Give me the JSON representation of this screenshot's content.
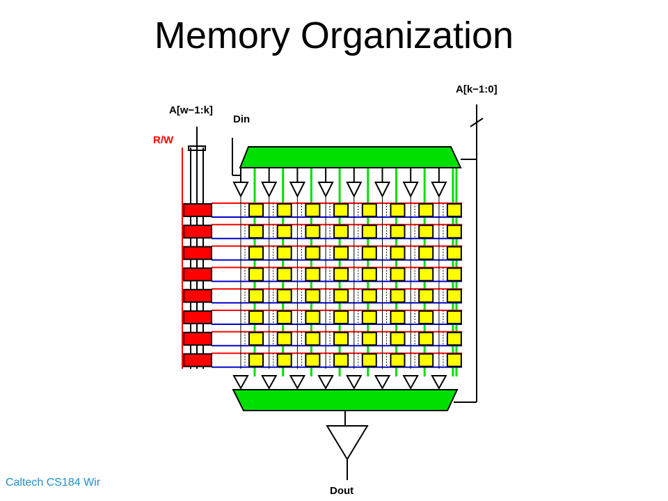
{
  "slide": {
    "title": "Memory Organization",
    "footer": "Caltech CS184 Wir"
  },
  "diagram": {
    "labels": {
      "row_address": "A[w−1:k]",
      "column_address": "A[k−1:0]",
      "read_write": "R/W",
      "data_in": "Din",
      "data_out": "Dout"
    },
    "rows": 8,
    "columns": 8,
    "colors": {
      "cell": "#ffff00",
      "decoder": "#ff0000",
      "mux": "#00e000",
      "bitline": "#00e000",
      "wordline_read": "#ff0000",
      "wordline_write": "#0000cc",
      "rw_label": "#ff0000",
      "wire": "#000000"
    }
  }
}
